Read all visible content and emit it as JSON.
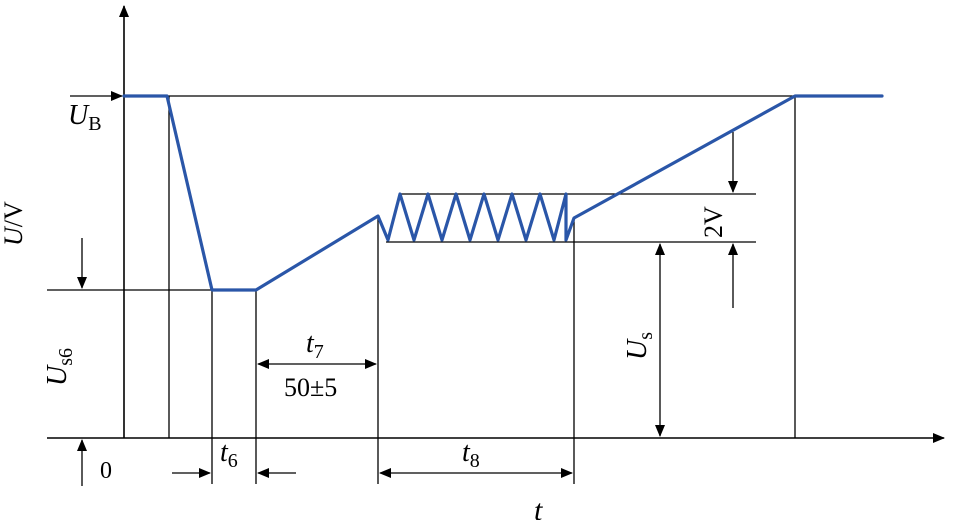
{
  "diagram": {
    "y_axis_label": {
      "var": "U",
      "unit": "/V"
    },
    "x_axis_label": "t",
    "origin_label": "0",
    "labels": {
      "ub": {
        "main": "U",
        "sub": "B"
      },
      "us6": {
        "main": "U",
        "sub": "s6"
      },
      "us": {
        "main": "U",
        "sub": "s"
      },
      "t6": {
        "main": "t",
        "sub": "6"
      },
      "t7": {
        "main": "t",
        "sub": "7"
      },
      "t7_value": "50±5",
      "t8": {
        "main": "t",
        "sub": "8"
      },
      "ripple": "2V"
    },
    "colors": {
      "waveform": "#2a56a8",
      "lines": "#000000"
    }
  }
}
